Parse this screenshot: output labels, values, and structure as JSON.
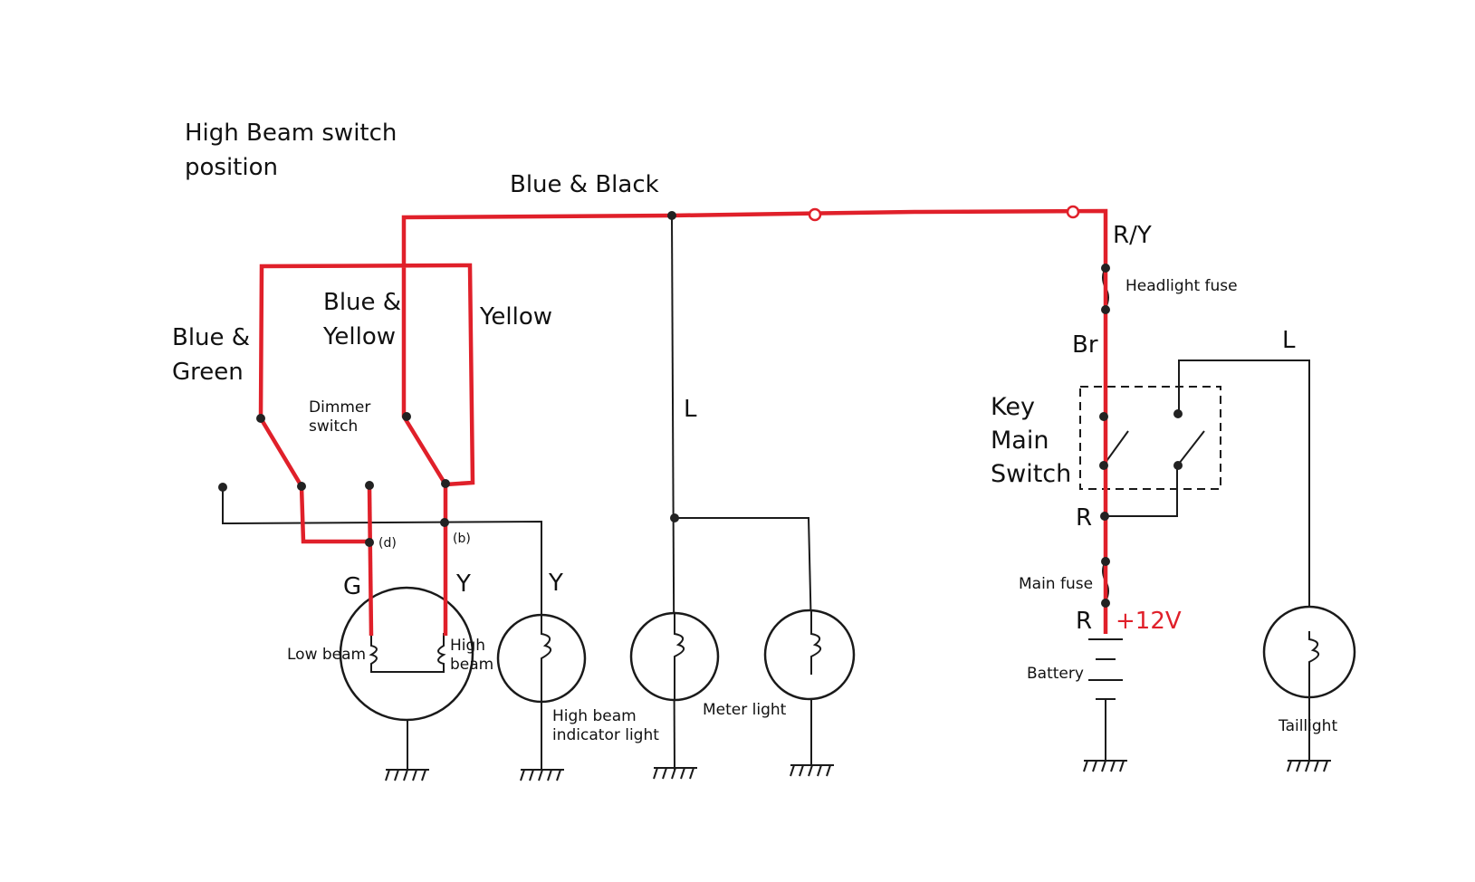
{
  "labels": {
    "title_line1": "High Beam switch",
    "title_line2": "position",
    "blue_black": "Blue & Black",
    "ry": "R/Y",
    "headlight_fuse": "Headlight fuse",
    "br": "Br",
    "l_top": "L",
    "key_line1": "Key",
    "key_line2": "Main",
    "key_line3": "Switch",
    "blue_yellow_1": "Blue &",
    "blue_yellow_2": "Yellow",
    "yellow": "Yellow",
    "blue_green_1": "Blue &",
    "blue_green_2": "Green",
    "dimmer_1": "Dimmer",
    "dimmer_2": "switch",
    "l_mid": "L",
    "r_upper": "R",
    "main_fuse": "Main fuse",
    "r_lower": "R",
    "plus12v": "+12V",
    "battery": "Battery",
    "d": "(d)",
    "b": "(b)",
    "g": "G",
    "y1": "Y",
    "y2": "Y",
    "low_beam": "Low beam",
    "high_beam_1": "High",
    "high_beam_2": "beam",
    "indicator_1": "High beam",
    "indicator_2": "indicator light",
    "meter_light": "Meter light",
    "taillight": "Taillight"
  },
  "colors": {
    "highlight": "#e0202a",
    "wire": "#1a1a1a",
    "text": "#111111"
  }
}
